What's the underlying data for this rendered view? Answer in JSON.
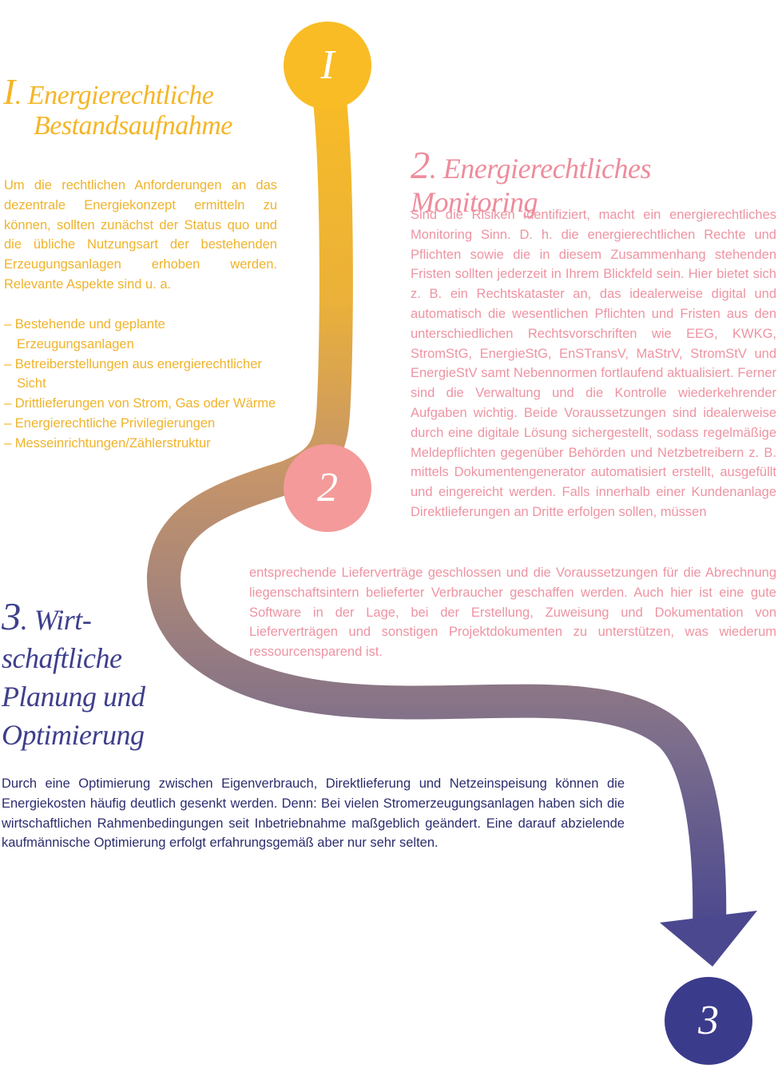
{
  "colors": {
    "yellow": "#f9bc25",
    "pink": "#f49a9a",
    "navy": "#3b3b8c",
    "section1_text": "#f0b32a",
    "section2_text": "#ee94a2",
    "section3_text": "#2c2d6e"
  },
  "circles": {
    "c1": "I",
    "c2": "2",
    "c3": "3"
  },
  "section1": {
    "number": "I",
    "title_part1": ". Energierechtliche",
    "title_part2": "Bestandsaufnahme",
    "intro": "Um die rechtlichen Anforderungen an das dezentrale Energiekonzept ermitteln zu können, sollten zunächst der Status quo und die übliche Nutzungsart der bestehenden Erzeugungsanlagen erhoben werden. Relevante Aspekte sind u. a.",
    "list": [
      "Bestehende und geplante Erzeugungsanlagen",
      "Betreiberstellungen aus energierechtlicher Sicht",
      "Drittlieferungen von Strom, Gas oder Wärme",
      "Energierechtliche Privilegierungen",
      "Messeinrichtungen/Zählerstruktur"
    ]
  },
  "section2": {
    "number": "2",
    "title": ". Energierechtliches Monitoring",
    "paragraph_part1": "Sind die Risiken identifiziert, macht ein energierechtliches Monitoring Sinn. D. h. die energierechtlichen Rechte und Pflichten sowie die in diesem Zusammenhang stehenden Fristen sollten jederzeit in Ihrem Blickfeld sein. Hier bietet sich z. B. ein Rechtskataster an, das idealerweise digital und automatisch die wesentlichen Pflichten und Fristen aus den unterschiedlichen Rechtsvorschriften wie EEG, KWKG, StromStG, EnergieStG, EnSTransV, MaStrV, StromStV und EnergieStV samt Nebennormen fortlaufend aktualisiert. Ferner sind die Verwaltung und die Kontrolle wiederkehrender Aufgaben wichtig. Beide Voraussetzungen sind idealerweise durch eine digitale Lösung sichergestellt, sodass regelmäßige Meldepflichten gegenüber Behörden und Netzbetreibern z. B. mittels Dokumentengenerator automatisiert erstellt, ausgefüllt und eingereicht werden. Falls innerhalb einer Kundenanlage Direktlieferungen an Dritte erfolgen sollen, müssen",
    "paragraph_part2": "entsprechende Lieferverträge geschlossen und die Voraussetzungen für die Abrechnung liegenschaftsintern belieferter Verbraucher geschaffen werden. Auch hier ist eine gute Software in der Lage, bei der Erstellung, Zuweisung und Dokumentation von Lieferverträgen und sonstigen Projektdokumenten zu unterstützen, was wiederum ressourcensparend ist."
  },
  "section3": {
    "number": "3",
    "title_line1": ". Wirt-",
    "title_line2": "schaftliche",
    "title_line3": "Planung und",
    "title_line4": "Optimierung",
    "paragraph": "Durch eine Optimierung zwischen Eigenverbrauch, Direktlieferung und Netzeinspeisung können die Energiekosten häufig deutlich gesenkt werden. Denn: Bei vielen Stromerzeugungsanlagen haben sich die wirtschaftlichen Rahmenbedingungen seit Inbetriebnahme maßgeblich geändert. Eine darauf abzielende kaufmännische Optimierung erfolgt erfahrungsgemäß aber nur sehr selten."
  }
}
